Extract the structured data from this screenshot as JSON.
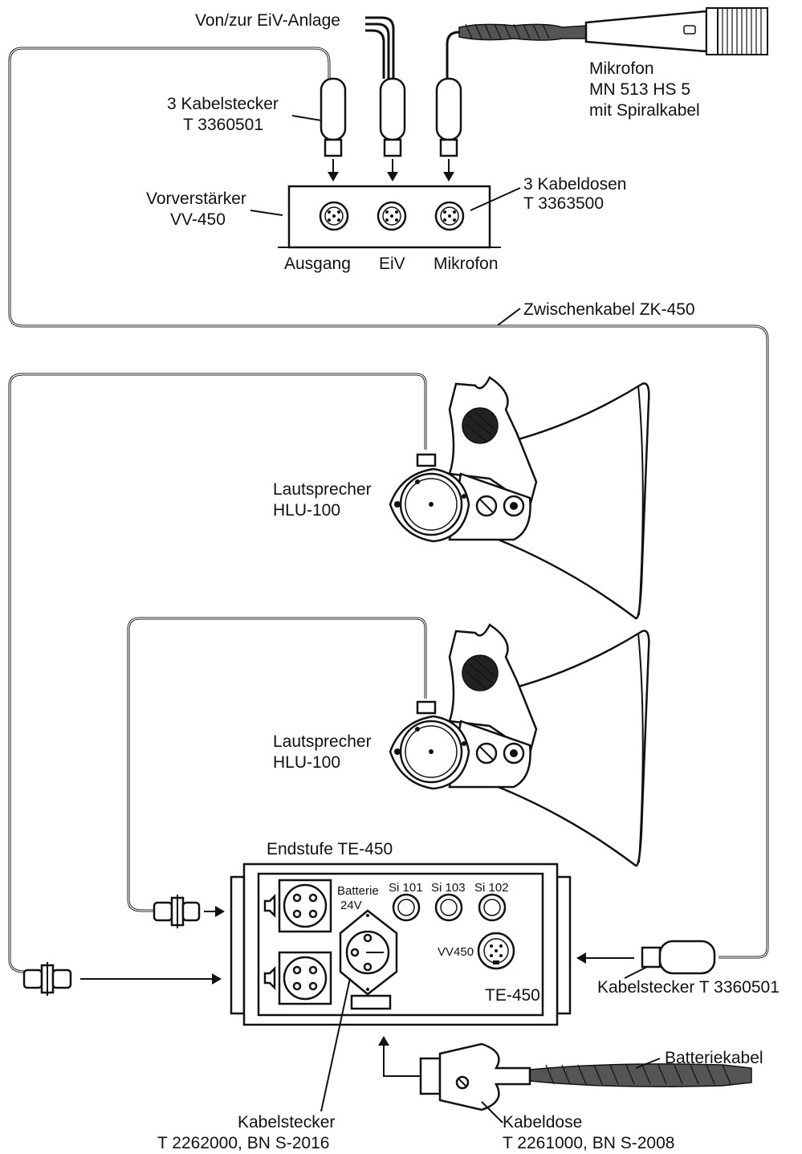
{
  "labels": {
    "eiv_anlage": "Von/zur EiV-Anlage",
    "mic_1": "Mikrofon",
    "mic_2": "MN 513 HS 5",
    "mic_3": "mit Spiralkabel",
    "plugs_1": "3 Kabelstecker",
    "plugs_2": "T 3360501",
    "preamp_1": "Vorverstärker",
    "preamp_2": "VV-450",
    "sockets_1": "3 Kabeldosen",
    "sockets_2": "T 3363500",
    "port_ausgang": "Ausgang",
    "port_eiv": "EiV",
    "port_mikrofon": "Mikrofon",
    "intercable": "Zwischenkabel  ZK-450",
    "speaker1_1": "Lautsprecher",
    "speaker1_2": "HLU-100",
    "speaker2_1": "Lautsprecher",
    "speaker2_2": "HLU-100",
    "endstufe": "Endstufe  TE-450",
    "batterie_1": "Batterie",
    "batterie_2": "24V",
    "si101": "Si 101",
    "si103": "Si 103",
    "si102": "Si 102",
    "vv450": "VV450",
    "te450": "TE-450",
    "kabelstecker_te": "Kabelstecker T 3360501",
    "batteriekabel": "Batteriekabel",
    "kstecker_1": "Kabelstecker",
    "kstecker_2": "T 2262000, BN S-2016",
    "kdose_1": "Kabeldose",
    "kdose_2": "T 2261000, BN S-2008"
  },
  "colors": {
    "ink": "#111111",
    "paper": "#ffffff"
  }
}
